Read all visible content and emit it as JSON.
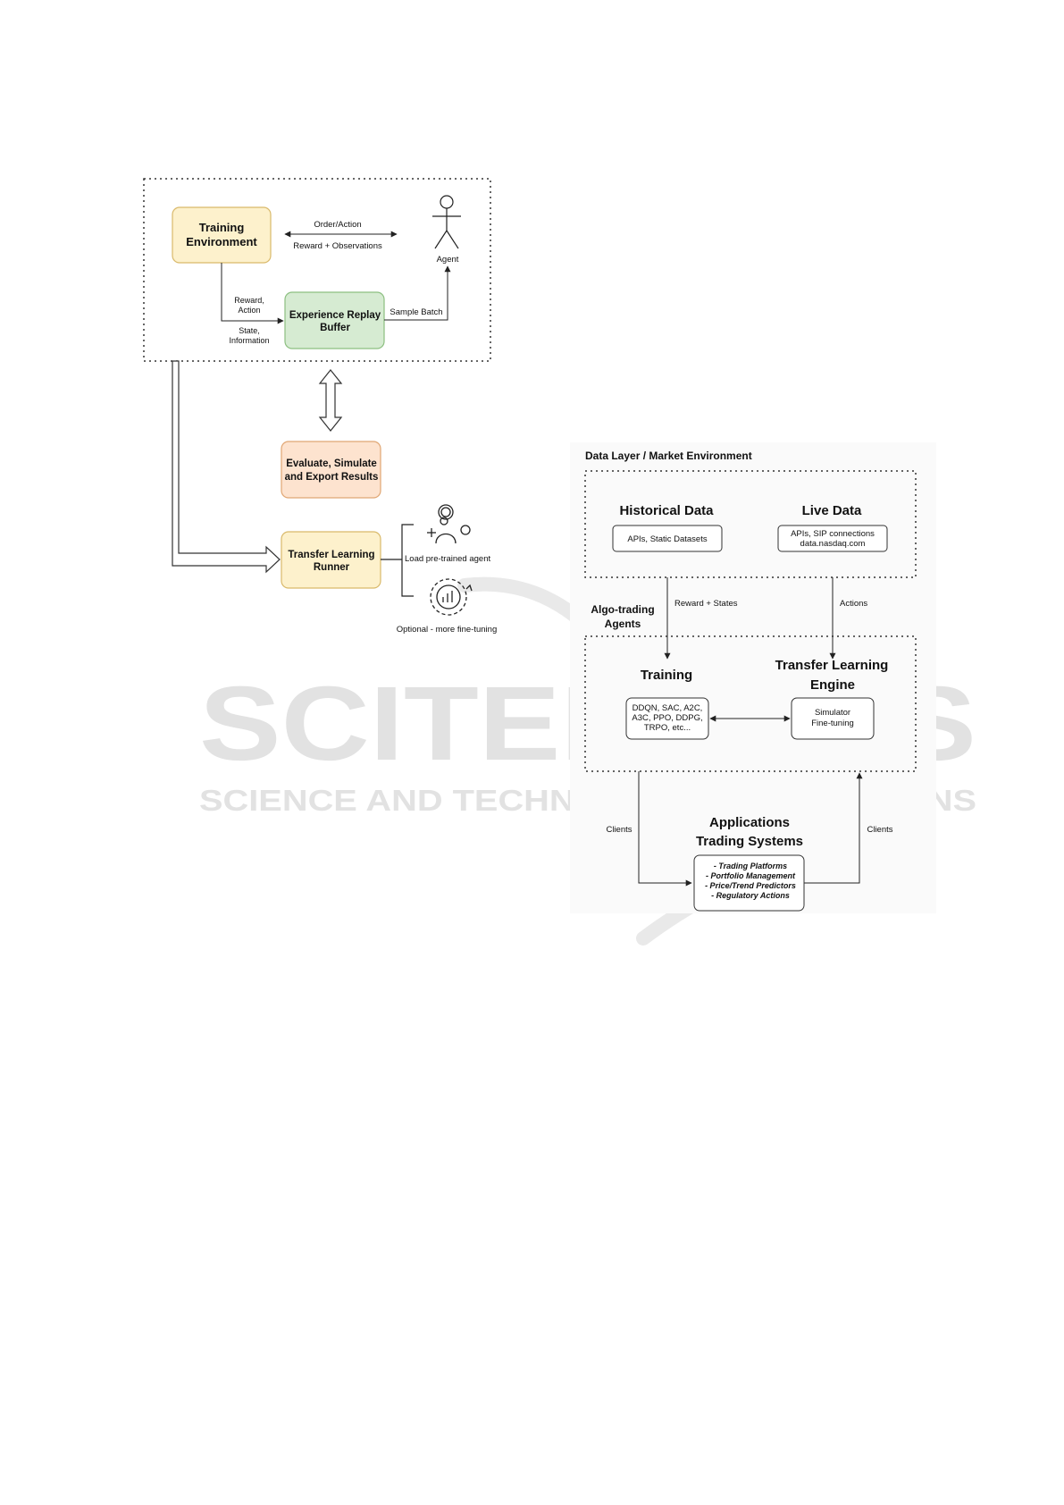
{
  "watermark": {
    "title": "SCITEPRESS",
    "subtitle": "SCIENCE AND TECHNOLOGY PUBLICATIONS"
  },
  "left_diagram": {
    "training_environment": {
      "line1": "Training",
      "line2": "Environment"
    },
    "order_action": "Order/Action",
    "reward_observations": "Reward + Observations",
    "agent": "Agent",
    "reward_action": {
      "line1": "Reward,",
      "line2": "Action"
    },
    "state_information": {
      "line1": "State,",
      "line2": "Information"
    },
    "experience_replay": {
      "line1": "Experience Replay",
      "line2": "Buffer"
    },
    "sample_batch": "Sample Batch",
    "evaluate": {
      "line1": "Evaluate, Simulate",
      "line2": "and Export Results"
    },
    "transfer_runner": {
      "line1": "Transfer Learning",
      "line2": "Runner"
    },
    "load_pretrained": "Load pre-trained agent",
    "optional_finetuning": "Optional - more fine-tuning",
    "colors": {
      "yellow": "#fdf1cc",
      "green": "#d6ebd2",
      "orange": "#fde3cf",
      "border": "#d9b96a"
    }
  },
  "right_diagram": {
    "data_layer_title": "Data Layer / Market Environment",
    "historical_data": {
      "title": "Historical Data",
      "box": "APIs, Static Datasets"
    },
    "live_data": {
      "title": "Live Data",
      "box_line1": "APIs, SIP connections",
      "box_line2": "data.nasdaq.com"
    },
    "reward_states": "Reward + States",
    "actions": "Actions",
    "algo_agents": {
      "line1": "Algo-trading",
      "line2": "Agents"
    },
    "training": {
      "title": "Training",
      "line1": "DDQN, SAC, A2C,",
      "line2": "A3C, PPO, DDPG,",
      "line3": "TRPO, etc..."
    },
    "transfer_engine": {
      "title_line1": "Transfer Learning",
      "title_line2": "Engine",
      "box_line1": "Simulator",
      "box_line2": "Fine-tuning"
    },
    "clients_left": "Clients",
    "clients_right": "Clients",
    "applications": {
      "line1": "Applications",
      "line2": "Trading Systems"
    },
    "app_items": [
      "- Trading Platforms",
      "- Portfolio Management",
      "- Price/Trend Predictors",
      "- Regulatory Actions"
    ]
  }
}
